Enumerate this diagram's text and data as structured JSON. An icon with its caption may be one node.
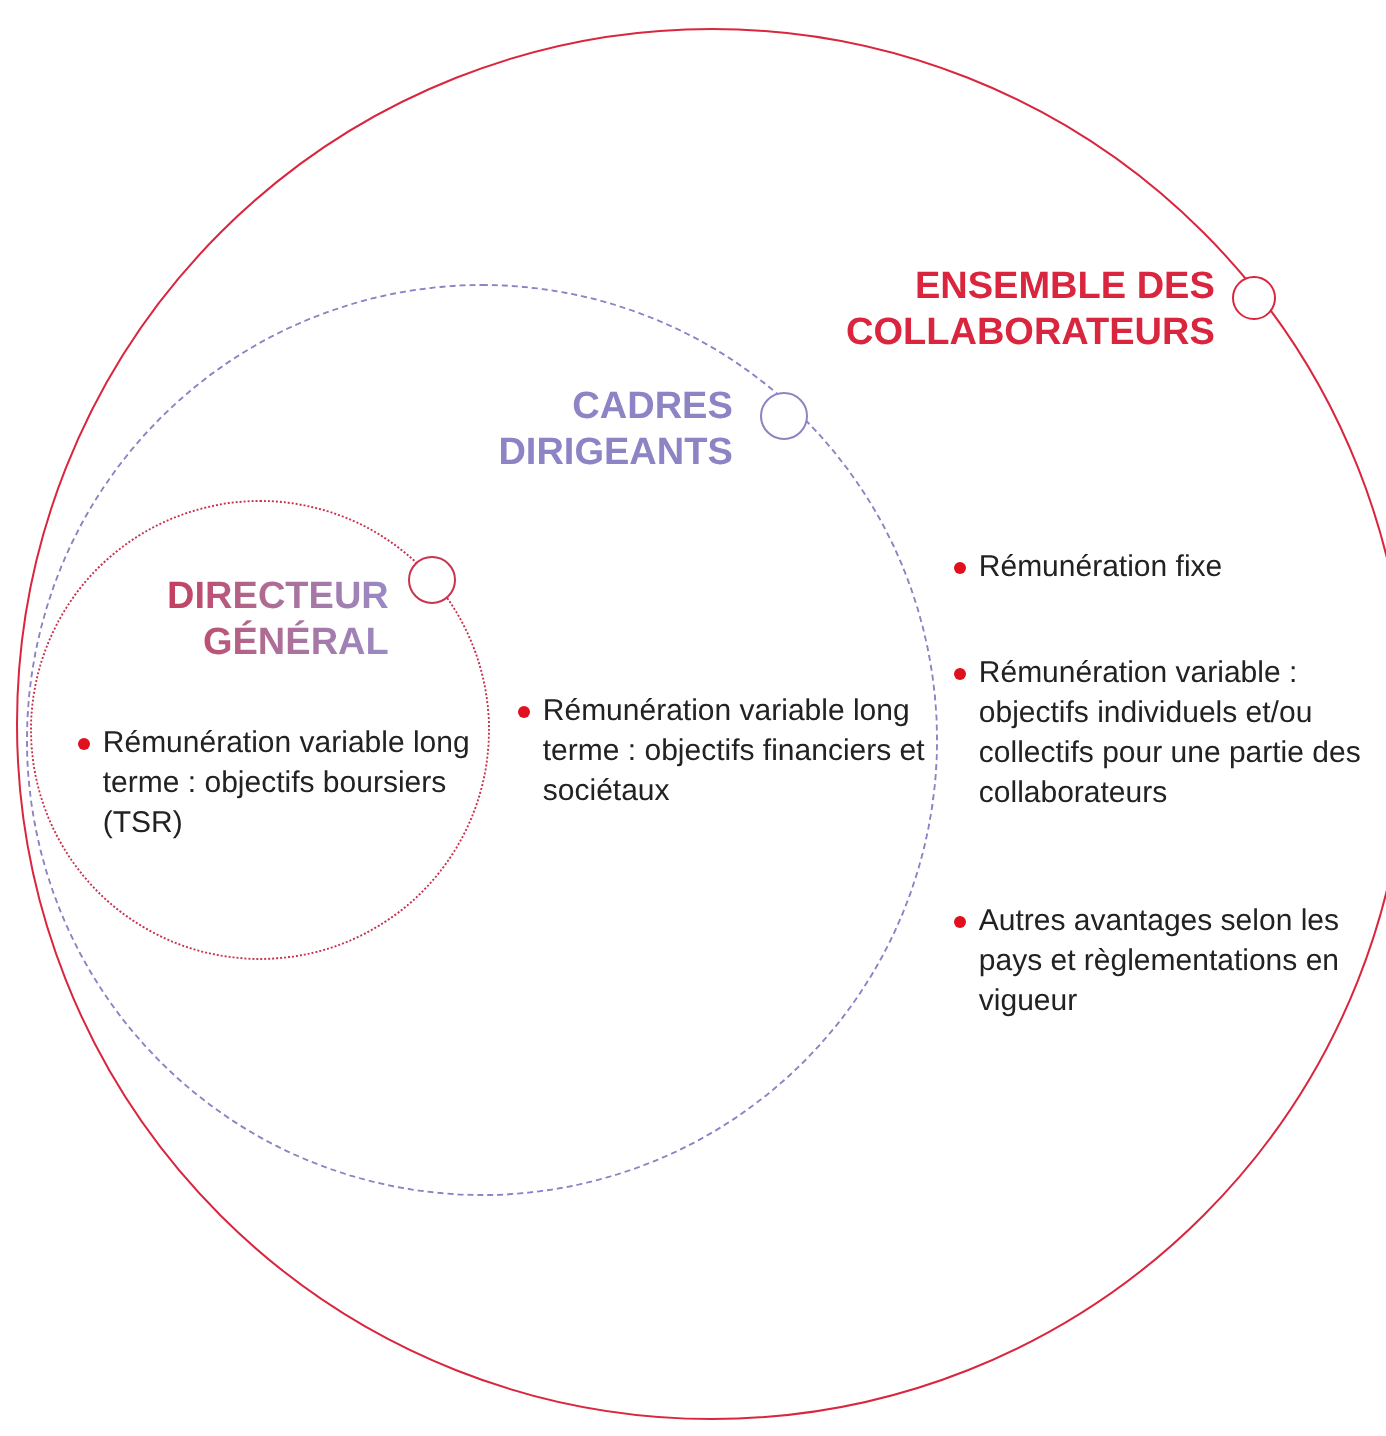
{
  "diagram": {
    "nodes": [
      {
        "text": [
          "ENSEMBLE DES COLLABORATEURS",
          "Rémunération fixe",
          "Rémunération variable : objectifs individuels et/ou collectifs pour une partie des collaborateurs",
          "Autres avantages selon les pays et règlementations en vigueur"
        ]
      },
      {
        "text": [
          "CADRES DIRIGEANTS",
          "Rémunération variable long terme : objectifs financiers et sociétaux"
        ],
        "in": 0
      },
      {
        "text": [
          "DIRECTEUR GÉNÉRAL",
          "Rémunération variable long terme : objectifs boursiers (TSR)"
        ],
        "in": 1
      }
    ]
  }
}
